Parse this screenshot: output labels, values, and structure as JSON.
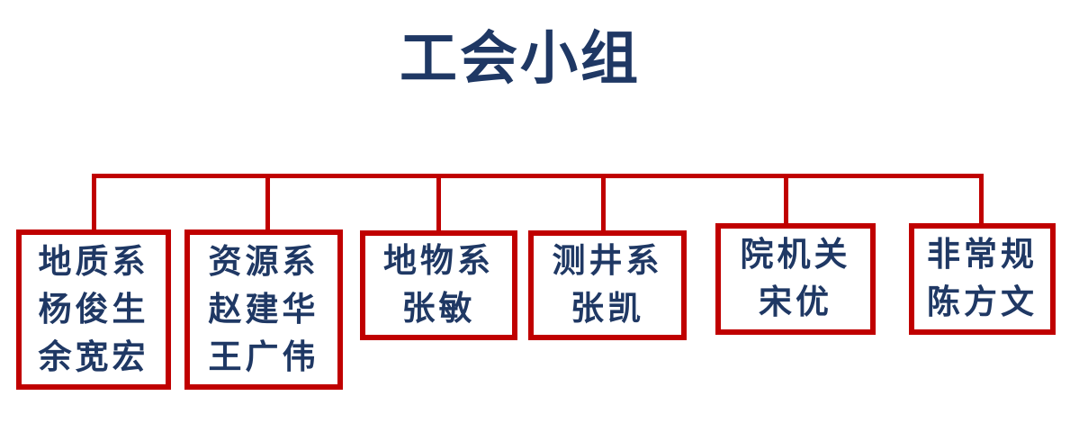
{
  "title": "工会小组",
  "colors": {
    "connector_red": "#c00000",
    "box_border_red": "#c00000",
    "text_navy": "#1f3864",
    "background": "#ffffff"
  },
  "boxes": [
    {
      "id": "geology-dept",
      "lines": [
        "地质系",
        "杨俊生",
        "余宽宏"
      ]
    },
    {
      "id": "resources-dept",
      "lines": [
        "资源系",
        "赵建华",
        "王广伟"
      ]
    },
    {
      "id": "geophysics-dept",
      "lines": [
        "地物系",
        "张敏"
      ]
    },
    {
      "id": "well-logging-dept",
      "lines": [
        "测井系",
        "张凯"
      ]
    },
    {
      "id": "institute-office",
      "lines": [
        "院机关",
        "宋优"
      ]
    },
    {
      "id": "unconventional",
      "lines": [
        "非常规",
        "陈方文"
      ]
    }
  ]
}
